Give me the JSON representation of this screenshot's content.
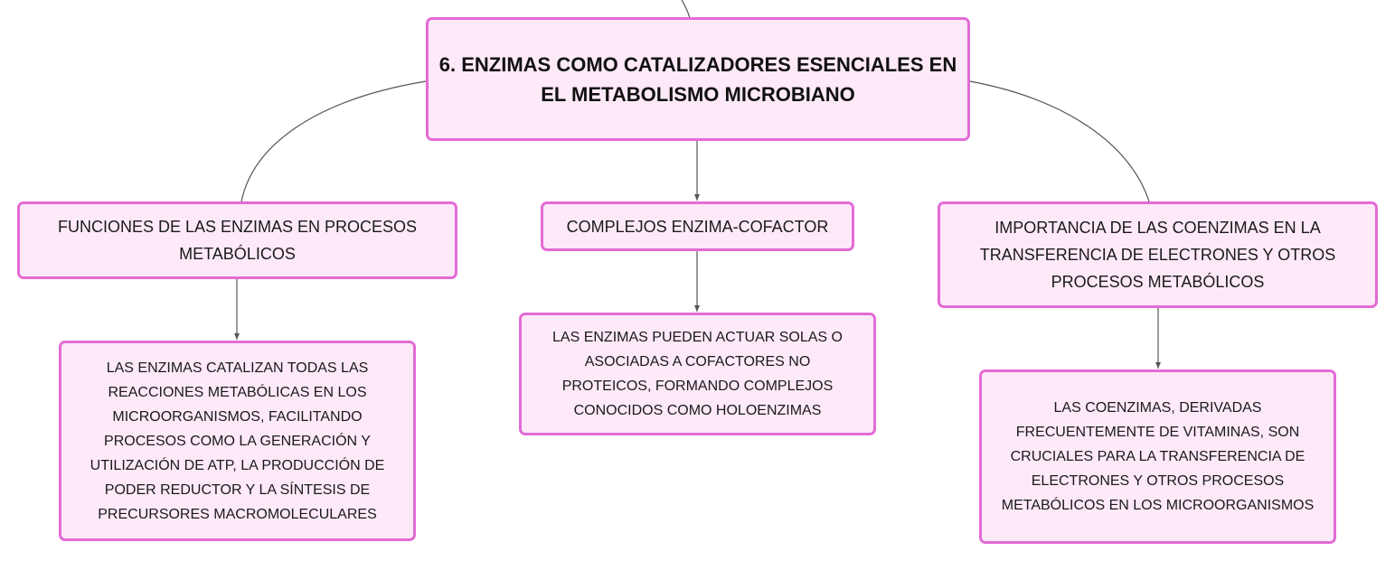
{
  "colors": {
    "node_fill": "#fde9f8",
    "node_border": "#e36bd6",
    "connector": "#555555"
  },
  "root": {
    "text": "6. ENZIMAS COMO CATALIZADORES ESENCIALES EN EL METABOLISMO MICROBIANO"
  },
  "branches": [
    {
      "title": "FUNCIONES DE LAS ENZIMAS EN PROCESOS METABÓLICOS",
      "detail": "LAS ENZIMAS CATALIZAN TODAS LAS REACCIONES METABÓLICAS EN LOS MICROORGANISMOS, FACILITANDO PROCESOS COMO LA GENERACIÓN Y UTILIZACIÓN DE ATP, LA PRODUCCIÓN DE PODER REDUCTOR Y LA SÍNTESIS DE PRECURSORES MACROMOLECULARES"
    },
    {
      "title": "COMPLEJOS ENZIMA-COFACTOR",
      "detail": "LAS ENZIMAS PUEDEN ACTUAR SOLAS O ASOCIADAS A COFACTORES NO PROTEICOS, FORMANDO COMPLEJOS CONOCIDOS COMO HOLOENZIMAS"
    },
    {
      "title": "IMPORTANCIA DE LAS COENZIMAS EN LA TRANSFERENCIA DE ELECTRONES Y OTROS PROCESOS METABÓLICOS",
      "detail": "LAS COENZIMAS, DERIVADAS FRECUENTEMENTE DE VITAMINAS, SON CRUCIALES PARA LA TRANSFERENCIA DE ELECTRONES Y OTROS PROCESOS METABÓLICOS EN LOS MICROORGANISMOS"
    }
  ]
}
